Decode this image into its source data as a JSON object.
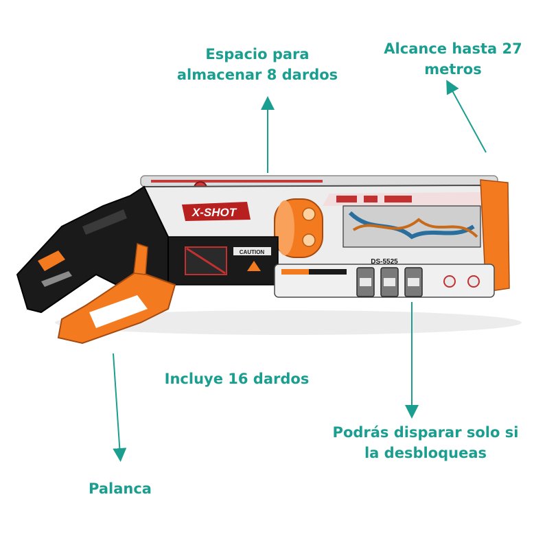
{
  "callouts": {
    "storage_line1": "Espacio para",
    "storage_line2": "almacenar 8 dardos",
    "range_line1": "Alcance hasta 27",
    "range_line2": "metros",
    "darts": "Incluye 16 dardos",
    "lock_line1": "Podrás disparar solo si",
    "lock_line2": "la desbloqueas",
    "lever": "Palanca"
  },
  "blaster": {
    "brand_logo": "X-SHOT",
    "code": "DS-5525",
    "caution": "CAUTION"
  },
  "colors": {
    "callout_text": "#1a9e8f",
    "arrows": "#1a9e8f",
    "orange": "#f47a1f",
    "black": "#1a1a1a",
    "body_white": "#e9e9e9"
  }
}
